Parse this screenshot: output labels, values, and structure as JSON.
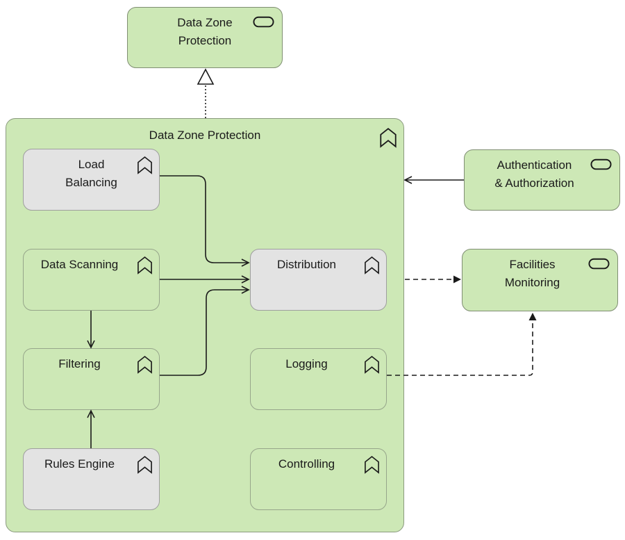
{
  "diagram": {
    "kind": "archimate-application-view",
    "colors": {
      "green_fill": "#cde8b6",
      "green_border": "#7f8e72",
      "green_inner_border": "#96a58a",
      "gray_fill": "#e3e3e3",
      "gray_border": "#9e9e9e",
      "line": "#1a1a1a"
    },
    "service_top": {
      "label": "Data Zone\nProtection",
      "icon": "application-service-icon"
    },
    "container": {
      "label": "Data Zone Protection",
      "icon": "application-function-icon"
    },
    "nodes": {
      "load_balancing": {
        "label": "Load\nBalancing",
        "icon": "application-function-icon"
      },
      "data_scanning": {
        "label": "Data Scanning",
        "icon": "application-function-icon"
      },
      "distribution": {
        "label": "Distribution",
        "icon": "application-function-icon"
      },
      "filtering": {
        "label": "Filtering",
        "icon": "application-function-icon"
      },
      "rules_engine": {
        "label": "Rules Engine",
        "icon": "application-function-icon"
      },
      "logging": {
        "label": "Logging",
        "icon": "application-function-icon"
      },
      "controlling": {
        "label": "Controlling",
        "icon": "application-function-icon"
      },
      "authentication": {
        "label": "Authentication\n& Authorization",
        "icon": "application-service-icon"
      },
      "facilities": {
        "label": "Facilities\nMonitoring",
        "icon": "application-service-icon"
      }
    },
    "relations": [
      {
        "from": "container",
        "to": "service_top",
        "type": "realization-dotted-hollow-triangle"
      },
      {
        "from": "load_balancing",
        "to": "distribution",
        "type": "flow-solid-open-arrow"
      },
      {
        "from": "data_scanning",
        "to": "distribution",
        "type": "flow-solid-open-arrow"
      },
      {
        "from": "filtering",
        "to": "distribution",
        "type": "flow-solid-open-arrow"
      },
      {
        "from": "data_scanning",
        "to": "filtering",
        "type": "flow-solid-open-arrow"
      },
      {
        "from": "rules_engine",
        "to": "filtering",
        "type": "flow-solid-open-arrow"
      },
      {
        "from": "authentication",
        "to": "container",
        "type": "flow-solid-open-arrow"
      },
      {
        "from": "distribution",
        "to": "facilities",
        "type": "dependency-dashed-filled-arrow"
      },
      {
        "from": "logging",
        "to": "facilities",
        "type": "dependency-dashed-filled-arrow"
      }
    ]
  }
}
